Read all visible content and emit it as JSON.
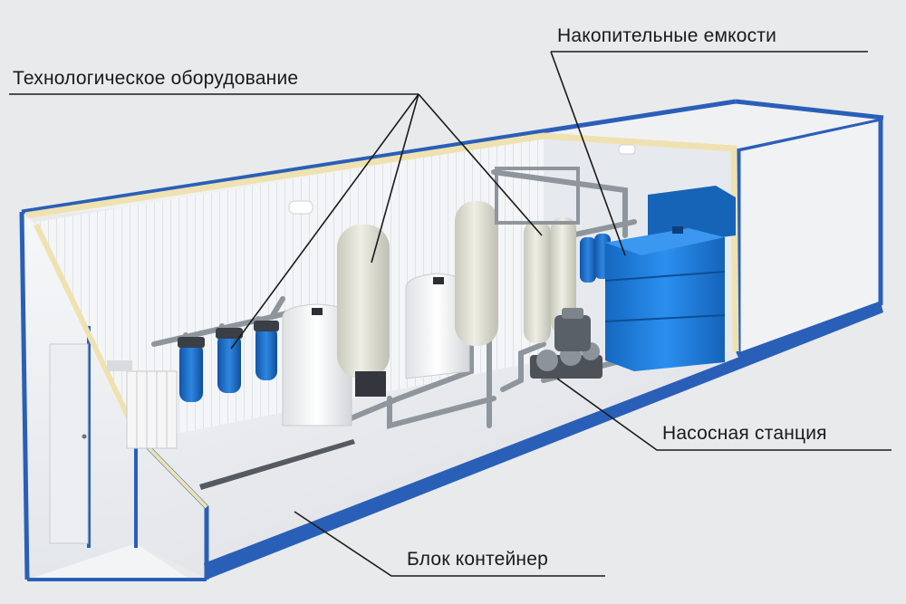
{
  "labels": {
    "storage_tanks": "Накопительные емкости",
    "process_equipment": "Технологическое оборудование",
    "pump_station": "Насосная станция",
    "container_block": "Блок контейнер"
  },
  "colors": {
    "background": "#e9eaec",
    "frame_blue": "#2a5fb8",
    "tank_blue": "#1b7fd8",
    "filter_blue": "#1a6fd0",
    "wall_white": "#f4f5f7",
    "vessel_beige": "#dfe0d4",
    "insulation_yellow": "#efe2b0"
  }
}
